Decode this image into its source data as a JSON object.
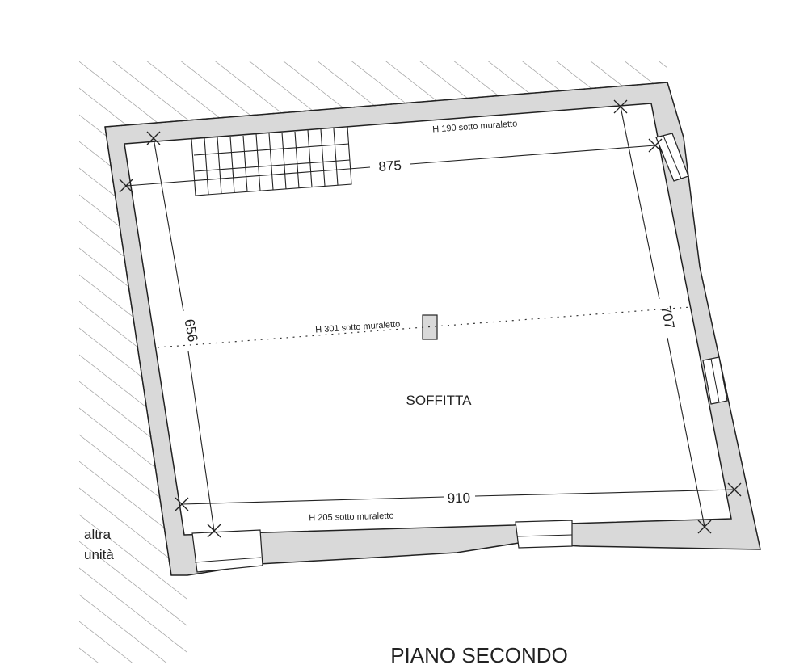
{
  "title": "PIANO SECONDO",
  "room_label": "SOFFITTA",
  "neighbour_label_line1": "altra",
  "neighbour_label_line2": "unità",
  "dimensions": {
    "top_width": "875",
    "bottom_width": "910",
    "left_depth": "656",
    "right_depth": "707"
  },
  "heights": {
    "top": "H 190 sotto muraletto",
    "middle": "H 301 sotto muraletto",
    "bottom": "H 205 sotto muraletto"
  },
  "colors": {
    "wall_fill": "#d9d9d9",
    "line": "#222222",
    "hatch": "#9a9a9a"
  }
}
